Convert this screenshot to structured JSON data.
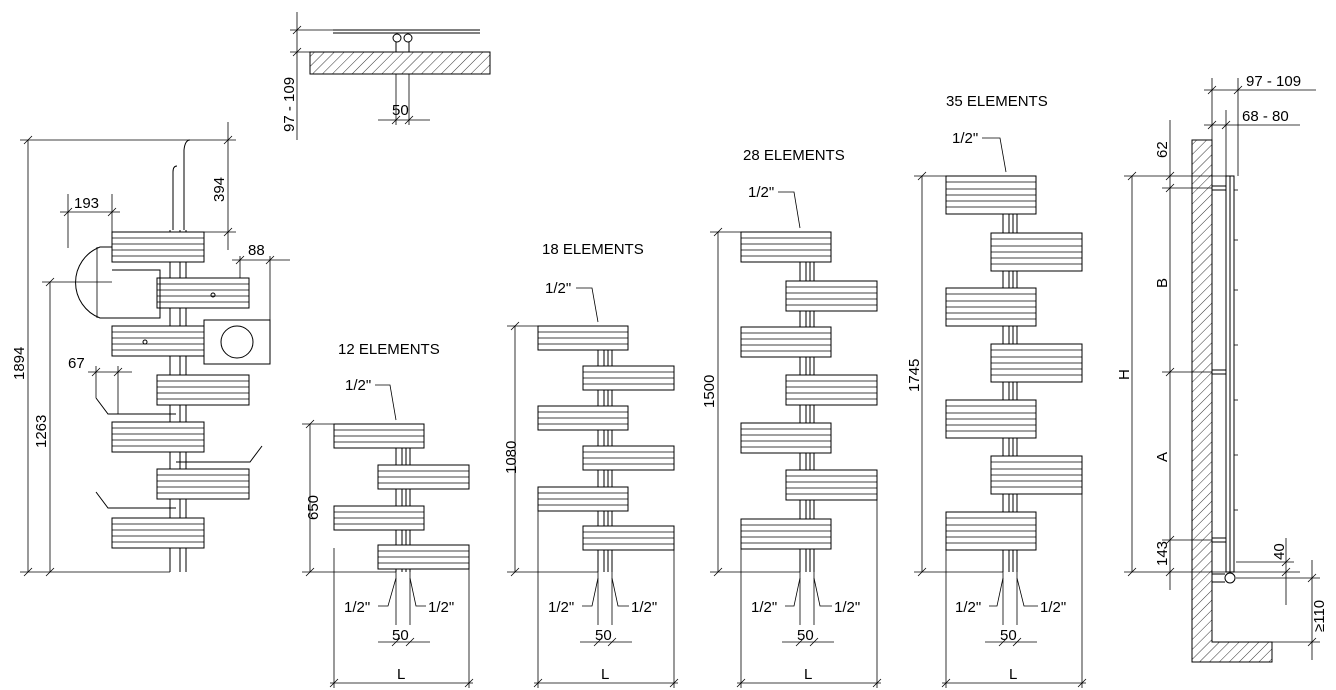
{
  "labels": {
    "e12": "12 ELEMENTS",
    "e18": "18 ELEMENTS",
    "e28": "28 ELEMENTS",
    "e35": "35 ELEMENTS",
    "half_inch": "1/2\"",
    "pipe_spacing": "50",
    "width_L": "L",
    "h650": "650",
    "h1080": "1080",
    "h1500": "1500",
    "h1745": "1745",
    "d1894": "1894",
    "d1263": "1263",
    "d394": "394",
    "d193": "193",
    "d88": "88",
    "d67": "67",
    "top_depth": "97 - 109",
    "top_pipes": "50",
    "side_depth1": "97 - 109",
    "side_depth2": "68 - 80",
    "d62": "62",
    "d143": "143",
    "d40": "40",
    "d110": "≥110",
    "H": "H",
    "A": "A",
    "B": "B"
  }
}
